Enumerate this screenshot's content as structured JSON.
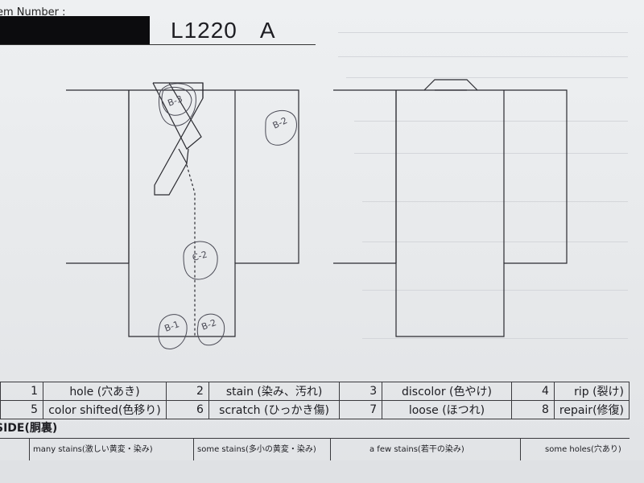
{
  "header": {
    "item_label": "em Number :",
    "code_main": "L1220",
    "code_suffix": "A"
  },
  "legend": {
    "row1": [
      {
        "num": "1",
        "desc": "hole (穴あき)"
      },
      {
        "num": "2",
        "desc": "stain (染み、汚れ)"
      },
      {
        "num": "3",
        "desc": "discolor (色やけ)"
      },
      {
        "num": "4",
        "desc": "rip (裂け)"
      }
    ],
    "row2": [
      {
        "num": "5",
        "desc": "color shifted(色移り)"
      },
      {
        "num": "6",
        "desc": "scratch (ひっかき傷)"
      },
      {
        "num": "7",
        "desc": "loose (ほつれ)"
      },
      {
        "num": "8",
        "desc": "repair(修復)"
      }
    ]
  },
  "inside": {
    "label": "SIDE(胴裏)",
    "cells": [
      "many stains(激しい黄変・染み)",
      "some stains(多小の黄変・染み)",
      "a few stains(若干の染み)",
      "some holes(穴あり)"
    ]
  },
  "annotations": {
    "collar": "B-3",
    "right_front": "B-2",
    "mid_body": "C-2",
    "lower_left": "B-1",
    "lower_right": "B-2"
  },
  "colors": {
    "paper": "#e9eaec",
    "ink": "#1d1d22",
    "pencil": "#4a4a55"
  }
}
